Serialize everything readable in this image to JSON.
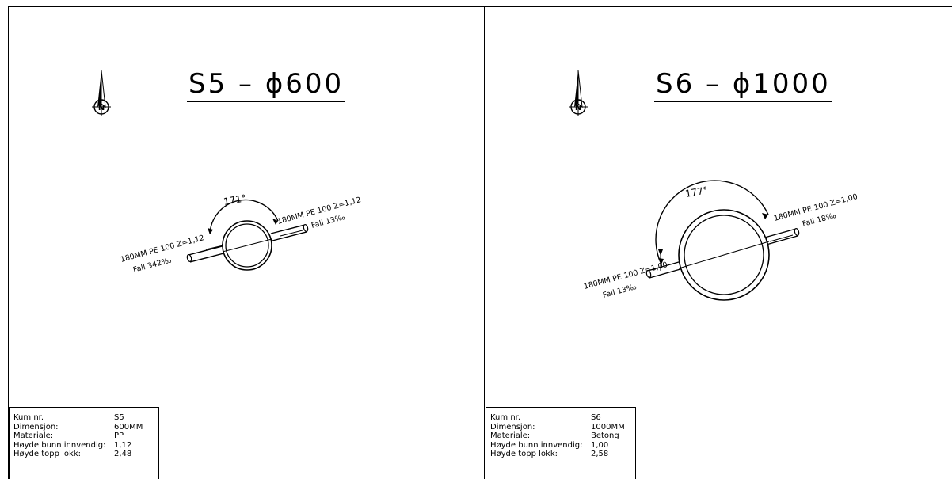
{
  "panels": [
    {
      "title": "S5 – ϕ600",
      "angle_label": "171°",
      "pipe_in_label": "180MM PE 100 Z=1,12",
      "fall_in_label": "Fall 342‰",
      "pipe_out_label": "180MM PE 100 Z=1,12",
      "fall_out_label": "Fall 13‰",
      "table": [
        {
          "label": "Kum nr.",
          "value": "S5"
        },
        {
          "label": "Dimensjon:",
          "value": "600MM"
        },
        {
          "label": "Materiale:",
          "value": "PP"
        },
        {
          "label": "Høyde bunn innvendig:",
          "value": "1,12"
        },
        {
          "label": "Høyde topp lokk:",
          "value": "2,48"
        }
      ]
    },
    {
      "title": "S6 – ϕ1000",
      "angle_label": "177°",
      "pipe_in_label": "180MM PE 100 Z=1,00",
      "fall_in_label": "Fall 13‰",
      "pipe_out_label": "180MM PE 100 Z=1,00",
      "fall_out_label": "Fall 18‰",
      "table": [
        {
          "label": "Kum nr.",
          "value": "S6"
        },
        {
          "label": "Dimensjon:",
          "value": "1000MM"
        },
        {
          "label": "Materiale:",
          "value": "Betong"
        },
        {
          "label": "Høyde bunn innvendig:",
          "value": "1,00"
        },
        {
          "label": "Høyde topp lokk:",
          "value": "2,58"
        }
      ]
    }
  ],
  "north_arrow_letter": "N"
}
